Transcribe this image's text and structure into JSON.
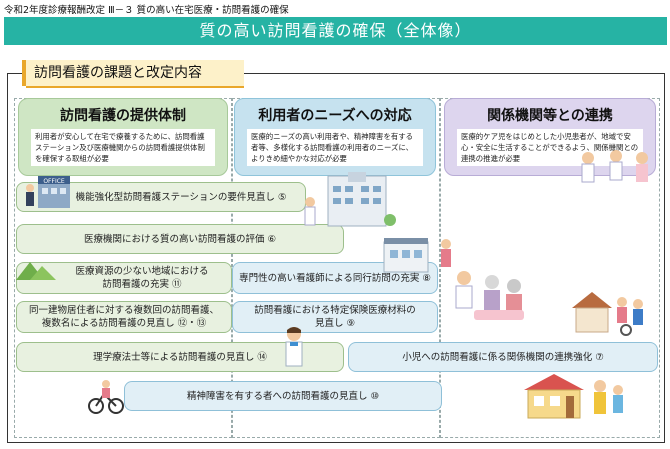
{
  "header": {
    "line": "令和2年度診療報酬改定 Ⅲ－３ 質の高い在宅医療・訪問看護の確保",
    "title": "質の高い訪問看護の確保（全体像）"
  },
  "section": {
    "title": "訪問看護の課題と改定内容"
  },
  "columns": [
    {
      "title": "訪問看護の提供体制",
      "desc": "利用者が安心して在宅で療養するために、訪問看護ステーション及び医療機関からの訪問看護提供体制を確保する取組が必要"
    },
    {
      "title": "利用者のニーズへの対応",
      "desc": "医療的ニーズの高い利用者や、精神障害を有する者等、多様化する訪問看護の利用者のニーズに、よりきめ細やかな対応が必要"
    },
    {
      "title": "関係機関等との連携",
      "desc": "医療的ケア児をはじめとした小児患者が、地域で安心・安全に生活することができるよう、関係機関との連携の推進が必要"
    }
  ],
  "items": [
    {
      "text": "機能強化型訪問看護ステーションの要件見直し ⑤"
    },
    {
      "text": "医療機関における質の高い訪問看護の評価 ⑥"
    },
    {
      "line1": "医療資源の少ない地域における",
      "line2": "訪問看護の充実 ⑪"
    },
    {
      "text": "専門性の高い看護師による同行訪問の充実 ⑧"
    },
    {
      "line1": "同一建物居住者に対する複数回の訪問看護、",
      "line2": "複数名による訪問看護の見直し ⑫・⑬"
    },
    {
      "line1": "訪問看護における特定保険医療材料の",
      "line2": "見直し ⑨"
    },
    {
      "text": "理学療法士等による訪問看護の見直し ⑭"
    },
    {
      "text": "小児への訪問看護に係る関係機関の連携強化 ⑦"
    },
    {
      "text": "精神障害を有する者への訪問看護の見直し ⑩"
    }
  ],
  "illustrations": {
    "office_sign": "OFFICE"
  },
  "colors": {
    "title_band": "#26b3a4",
    "green_header": "#cfe6c4",
    "blue_header": "#c6e2ef",
    "purple_header": "#ddd5ee",
    "accent": "#e9a72b"
  }
}
